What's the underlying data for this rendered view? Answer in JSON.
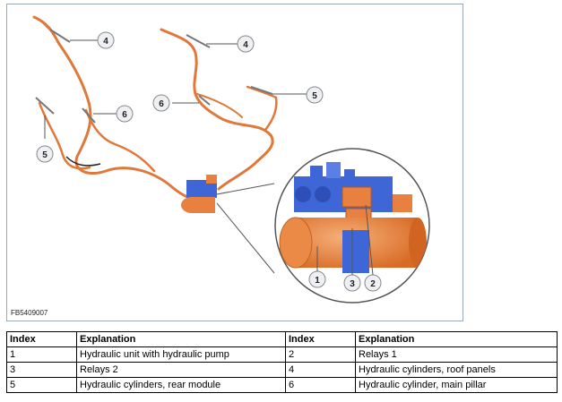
{
  "figure": {
    "code": "FB5409007",
    "callouts": [
      "4",
      "4",
      "5",
      "6",
      "6",
      "5",
      "1",
      "3",
      "2"
    ],
    "colors": {
      "harness": "#e0783a",
      "pump": "#e8813f",
      "unit_blue": "#3f66d6",
      "frame": "#9aa8bd"
    }
  },
  "legend": {
    "headers": [
      "Index",
      "Explanation",
      "Index",
      "Explanation"
    ],
    "rows": [
      [
        "1",
        "Hydraulic unit with hydraulic pump",
        "2",
        "Relays 1"
      ],
      [
        "3",
        "Relays 2",
        "4",
        "Hydraulic cylinders, roof panels"
      ],
      [
        "5",
        "Hydraulic cylinders, rear module",
        "6",
        "Hydraulic cylinder, main pillar"
      ]
    ]
  }
}
